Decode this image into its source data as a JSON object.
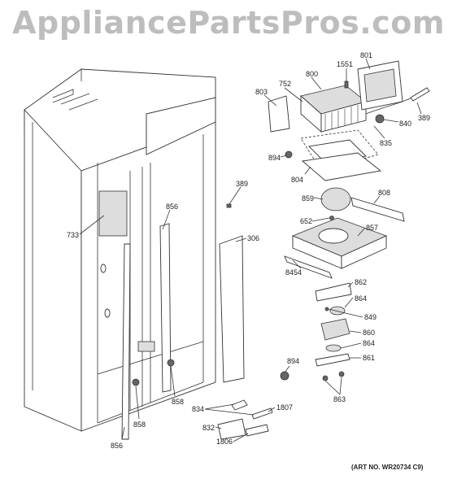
{
  "watermark": "AppliancePartsPros.com",
  "art_number": "(ART NO. WR20734 C9)",
  "callouts": {
    "p733": "733",
    "p856a": "856",
    "p856b": "856",
    "p858a": "858",
    "p858b": "858",
    "p389a": "389",
    "p306": "306",
    "p803": "803",
    "p752": "752",
    "p800": "800",
    "p1551": "1551",
    "p801": "801",
    "p389b": "389",
    "p840": "840",
    "p835": "835",
    "p894a": "894",
    "p804": "804",
    "p859": "859",
    "p808": "808",
    "p652": "652",
    "p857": "857",
    "p8454": "8454",
    "p862": "862",
    "p864a": "864",
    "p849": "849",
    "p860": "860",
    "p864b": "864",
    "p861": "861",
    "p894b": "894",
    "p863": "863",
    "p834": "834",
    "p1807": "1807",
    "p832": "832",
    "p1806": "1806"
  }
}
